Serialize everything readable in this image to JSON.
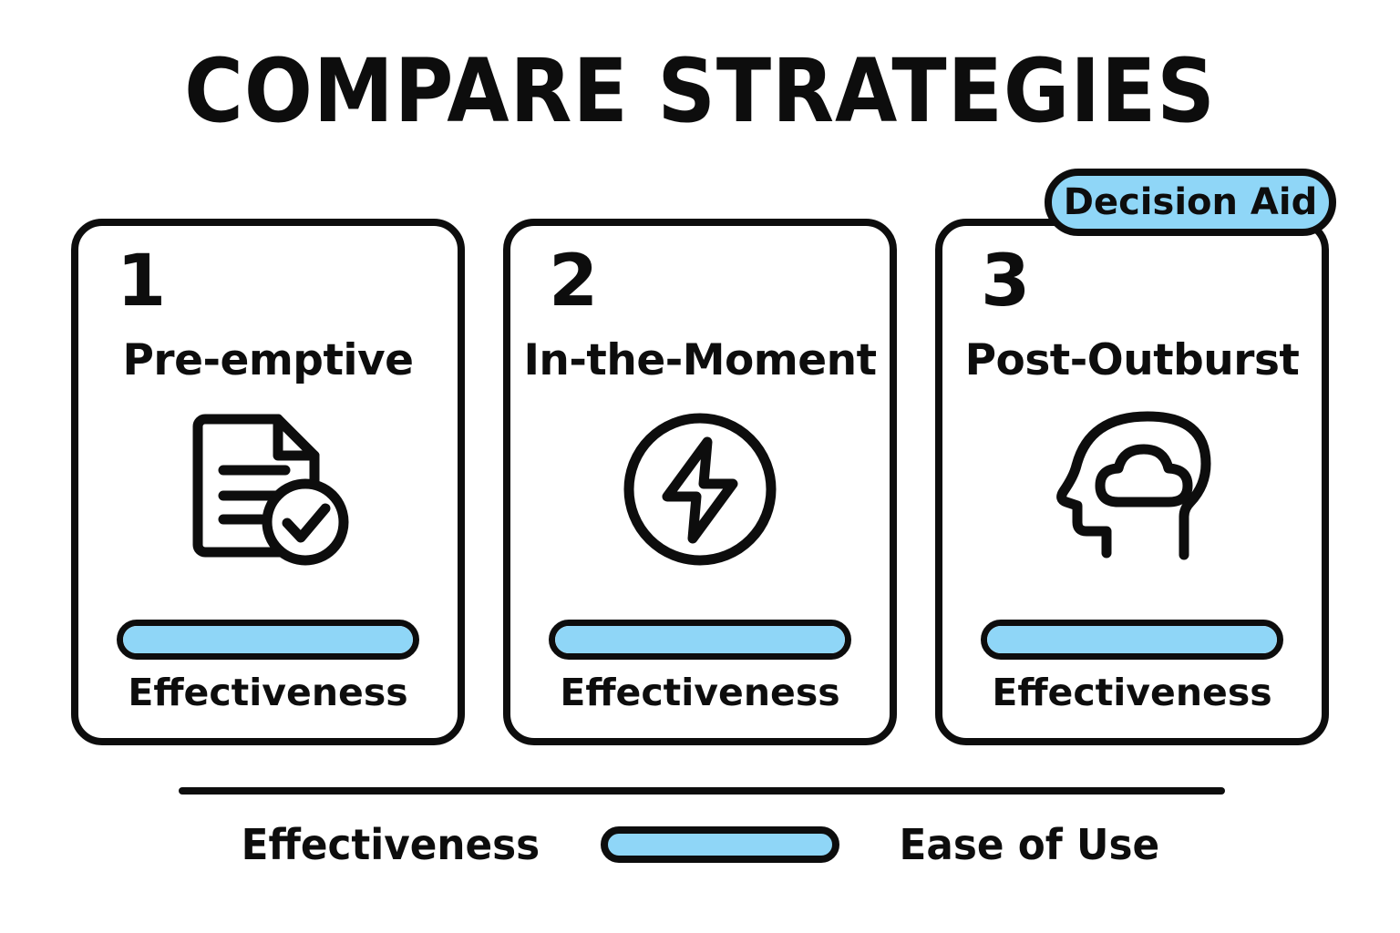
{
  "poster": {
    "title": "COMPARE STRATEGIES",
    "accent_blue": "#8fd6f7",
    "ink": "#0d0d0d",
    "background": "#ffffff"
  },
  "badge": {
    "label": "Decision Aid",
    "attached_to_card": 3
  },
  "cards": [
    {
      "number": "1",
      "title": "Pre-emptive",
      "icon": "document-check-icon",
      "bar_label": "Effectiveness",
      "bar_fill_percent": 100
    },
    {
      "number": "2",
      "title": "In-the-Moment",
      "icon": "lightning-bolt-circle-icon",
      "bar_label": "Effectiveness",
      "bar_fill_percent": 100
    },
    {
      "number": "3",
      "title": "Post-Outburst",
      "icon": "head-thought-cloud-icon",
      "bar_label": "Effectiveness",
      "bar_fill_percent": 100
    }
  ],
  "legend": {
    "left_label": "Effectiveness",
    "swatch_color": "#8fd6f7",
    "right_label": "Ease of Use"
  },
  "chart_data": {
    "type": "bar",
    "title": "COMPARE STRATEGIES",
    "categories": [
      "Pre-emptive",
      "In-the-Moment",
      "Post-Outburst"
    ],
    "values": [
      100,
      100,
      100
    ],
    "series": [
      {
        "name": "Effectiveness",
        "values": [
          100,
          100,
          100
        ]
      }
    ],
    "xlabel": "",
    "ylabel": "Effectiveness",
    "ylim": [
      0,
      100
    ],
    "legend": [
      "Effectiveness",
      "Ease of Use"
    ],
    "legend_position": "bottom",
    "grid": false,
    "annotations": [
      "Decision Aid"
    ]
  }
}
